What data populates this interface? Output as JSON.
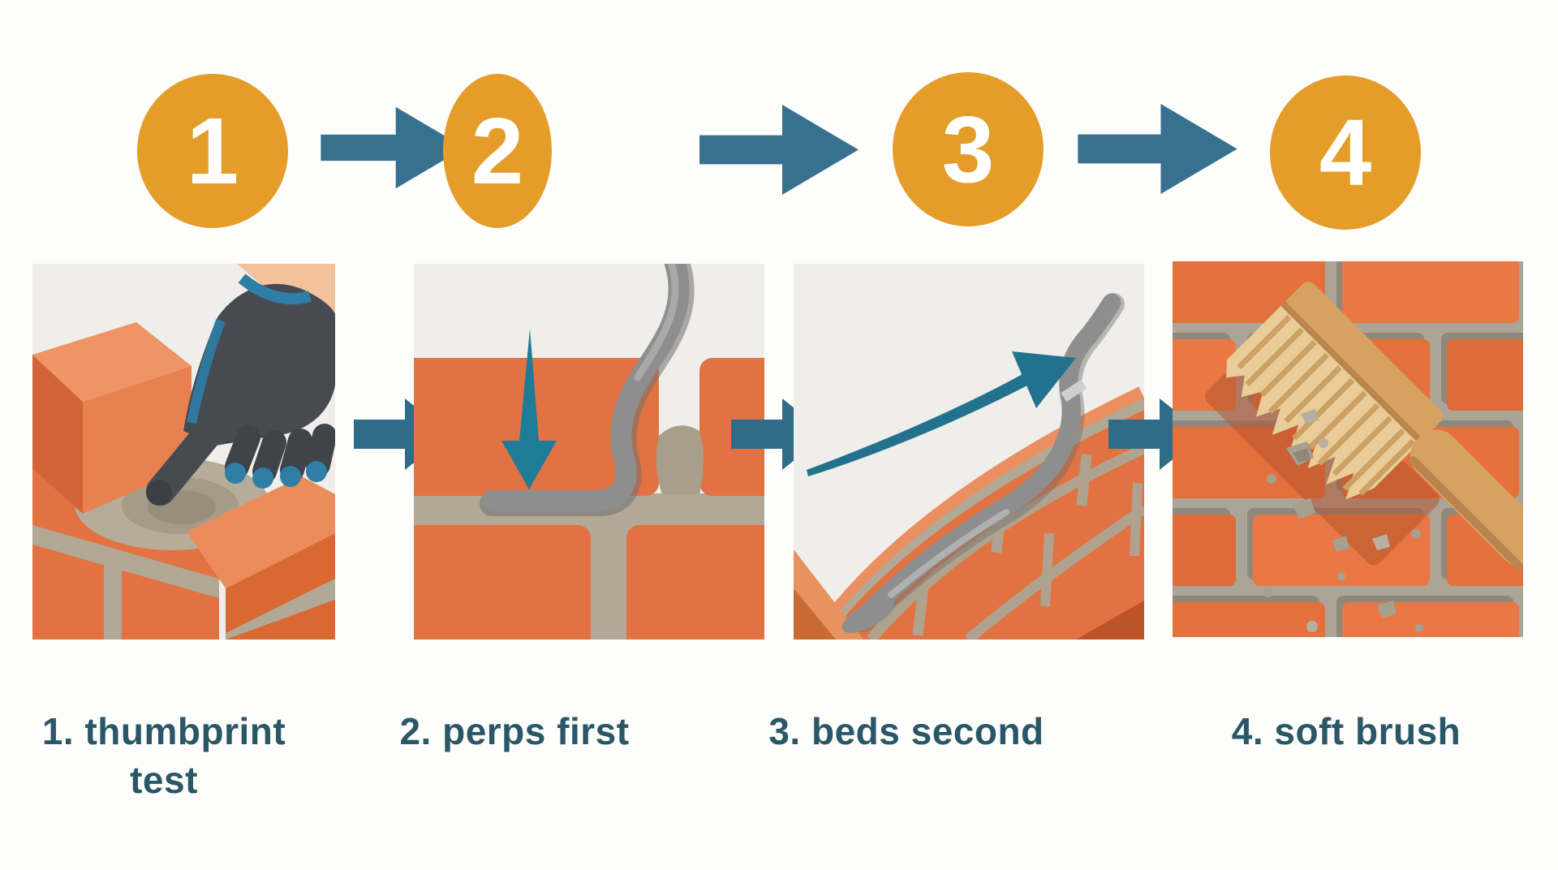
{
  "title": "pointing-brickwork-4-step-infographic",
  "steps": [
    {
      "number": "1",
      "label": "1. thumbprint test",
      "illustration": "gloved-hand-thumb-pressing-mortar-on-brick"
    },
    {
      "number": "2",
      "label": "2. perps first",
      "illustration": "jointer-tool-in-vertical-perp-joint-with-down-arrow"
    },
    {
      "number": "3",
      "label": "3. beds second",
      "illustration": "jointer-tool-striking-bed-joint-with-rising-arrow"
    },
    {
      "number": "4",
      "label": "4. soft brush",
      "illustration": "soft-brush-sweeping-brick-wall-with-falling-crumbs"
    }
  ],
  "icons": {
    "flow_arrow": "arrow-right-icon",
    "panel_flow_arrow": "arrow-right-icon",
    "down_arrow": "arrow-down-icon",
    "rising_arrow": "arrow-up-right-icon"
  },
  "colors": {
    "page_background": "#FDFDFC",
    "step_circle": "#E39D28",
    "step_number": "#FFFFFF",
    "flow_arrow": "#38718F",
    "panel_arrow": "#2F6C8A",
    "label_text": "#2A5767",
    "panel_background": "#EFEEEB",
    "brick": "#E27241",
    "brick_light": "#EE9465",
    "brick_dark": "#D3643A",
    "mortar": "#B1A995",
    "tool_gray": "#8E8E8E",
    "accent_teal_down_arrow": "#1E7C98",
    "accent_teal_swoosh": "#23728D",
    "glove": "#474B51",
    "glove_blue": "#2E7EA6",
    "skin": "#F3C19B",
    "brush_wood": "#D7A261",
    "brush_bristles": "#EACC99"
  }
}
